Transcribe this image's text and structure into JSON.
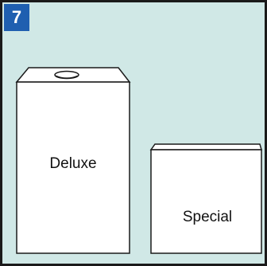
{
  "figure": {
    "number": "7",
    "accent_color": "#1f5fb0",
    "background_color": "#d0e8e6"
  },
  "boxes": [
    {
      "label": "Deluxe",
      "has_handle": true
    },
    {
      "label": "Special",
      "has_handle": false
    }
  ]
}
